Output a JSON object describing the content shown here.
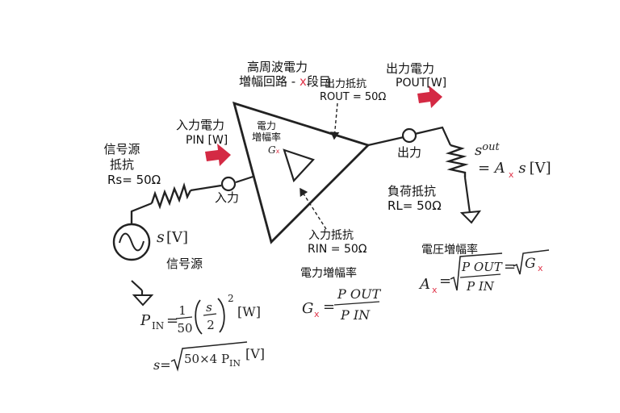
{
  "colors": {
    "accent": "#d42a44",
    "line": "#222222"
  },
  "source": {
    "title_line1": "信号源",
    "title_line2": "抵抗",
    "rs_label": "Rs= 50Ω",
    "s_label": "s",
    "unit_v": "[V]",
    "bottom_label": "信号源"
  },
  "input": {
    "power_line1": "入力電力",
    "pin_label": "PIN [W]",
    "node_label": "入力",
    "r_line1": "入力抵抗",
    "r_line2": "RIN = 50Ω"
  },
  "amplifier": {
    "title_line1": "高周波電力",
    "title_line2_prefix": "増幅回路 - ",
    "title_line2_x": "x",
    "title_line2_suffix": "段目",
    "gain_line1": "電力",
    "gain_line2": "増幅率",
    "gx": "G",
    "gx_sub": "x"
  },
  "output": {
    "power_line1": "出力電力",
    "pout_label": "POUT[W]",
    "node_label": "出力",
    "r_line1": "出力抵抗",
    "r_line2": "ROUT = 50Ω",
    "load_line1": "負荷抵抗",
    "load_line2": "RL= 50Ω",
    "sout": "s",
    "sout_sub": "out",
    "eq": "= A",
    "eq_sub": "x",
    "eq_s": "s",
    "unit_v": "[V]"
  },
  "formulas": {
    "pin_lhs": "P",
    "pin_sub": "IN",
    "pin_eq": "=",
    "pin_num": "1",
    "pin_den": "50",
    "frac_s": "s",
    "frac_2": "2",
    "exp": "2",
    "unit_w": "[W]",
    "s_lhs": "s=",
    "s_rad": "50×4 P",
    "s_rad_sub": "IN",
    "s_unit": "[V]",
    "gain_title": "電力増幅率",
    "gx_lhs": "G",
    "gx_sub": "x",
    "gx_eq": "=",
    "gx_num": "P OUT",
    "gx_den": "P IN",
    "volt_title": "電圧増幅率",
    "ax_lhs": "A",
    "ax_sub": "x",
    "ax_eq": "=",
    "ax_num": "P OUT",
    "ax_den": "P IN",
    "ax_eq2": "=",
    "ax_g": "G",
    "ax_gsub": "x"
  }
}
